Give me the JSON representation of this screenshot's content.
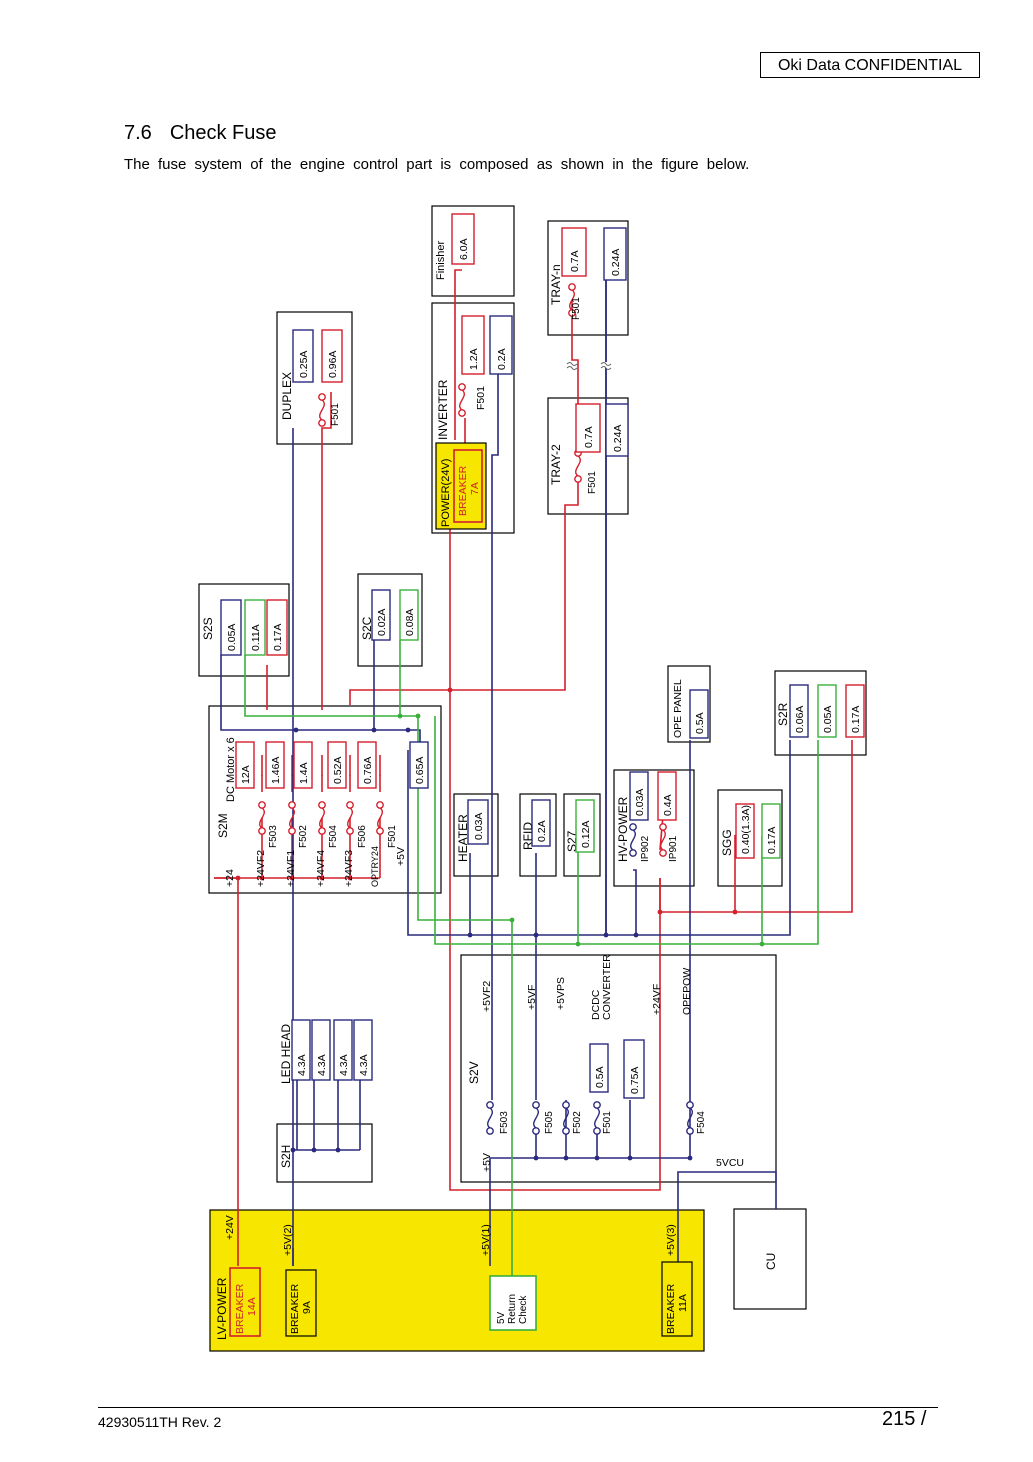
{
  "header": {
    "confidential": "Oki  Data  CONFIDENTIAL"
  },
  "section": {
    "number": "7.6",
    "title": "Check  Fuse",
    "intro": "The fuse system of the engine control part is composed as shown in the figure below."
  },
  "footer": {
    "doc_no": "42930511TH  Rev. 2",
    "page": "215 /"
  },
  "colors": {
    "red": "#d4202c",
    "blue": "#2b2a7e",
    "green": "#39b03c",
    "yellow": "#f6e600",
    "orange": "#f0a000"
  },
  "diagram": {
    "finisher": {
      "name": "Finisher",
      "fuse": "6.0A"
    },
    "inverter": {
      "name": "INVERTER",
      "fuse_name": "F501",
      "values": [
        "1.2A",
        "0.2A"
      ]
    },
    "power24": {
      "name": "POWER(24V)",
      "breaker": "BREAKER",
      "rating": "7A"
    },
    "tray_n": {
      "name": "TRAY-n",
      "fuse_name": "F501",
      "values": [
        "0.7A",
        "0.24A"
      ]
    },
    "tray_2": {
      "name": "TRAY-2",
      "fuse_name": "F501",
      "values": [
        "0.7A",
        "0.24A"
      ]
    },
    "duplex": {
      "name": "DUPLEX",
      "fuse_name": "F501",
      "values": [
        "0.25A",
        "0.96A"
      ]
    },
    "s2s": {
      "name": "S2S",
      "values": [
        "0.05A",
        "0.11A",
        "0.17A"
      ]
    },
    "s2c": {
      "name": "S2C",
      "values": [
        "0.02A",
        "0.08A"
      ]
    },
    "s2m": {
      "name": "S2M",
      "motor": "DC Motor x 6",
      "values": [
        "12A",
        "1.46A",
        "1.4A",
        "0.52A",
        "0.76A",
        "0.65A"
      ],
      "fuses": [
        "F503",
        "F502",
        "F504",
        "F506",
        "F501"
      ],
      "rails": [
        "+24",
        "+24VF2",
        "+24VF1",
        "+24VF4",
        "+24VF3",
        "OPTRY24",
        "+5V"
      ]
    },
    "heater": {
      "name": "HEATER",
      "value": "0.03A"
    },
    "rfid": {
      "name": "RFID",
      "value": "0.2A"
    },
    "s27": {
      "name": "S27",
      "value": "0.12A"
    },
    "hvpower": {
      "name": "HV-POWER",
      "values": [
        "0.03A",
        "0.4A"
      ],
      "fuses": [
        "IP902",
        "IP901"
      ]
    },
    "opepanel": {
      "name": "OPE PANEL",
      "value": "0.5A"
    },
    "sgg": {
      "name": "SGG",
      "values": [
        "0.40(1.3A)",
        "0.17A"
      ]
    },
    "s2r": {
      "name": "S2R",
      "values": [
        "0.06A",
        "0.05A",
        "0.17A"
      ]
    },
    "s2v": {
      "name": "S2V",
      "dcdc": "DCDC\nCONVERTER",
      "rails": [
        "+5VF2",
        "+5VF",
        "+5VPS",
        "+24VF",
        "OPEPOW",
        "+5V"
      ],
      "fuses": [
        "F503",
        "F505",
        "F502",
        "F501",
        "F504"
      ],
      "values": [
        "0.5A",
        "0.75A"
      ],
      "vcu": "5VCU"
    },
    "ledhead": {
      "name": "LED HEAD",
      "values": [
        "4.3A",
        "4.3A",
        "4.3A",
        "4.3A"
      ]
    },
    "s2h": {
      "name": "S2H"
    },
    "lvpower": {
      "name": "LV-POWER",
      "rails": [
        "+24V",
        "+5V(2)",
        "+5V(1)",
        "+5V(3)"
      ],
      "breakers": [
        {
          "label": "BREAKER",
          "rating": "14A"
        },
        {
          "label": "BREAKER",
          "rating": "9A"
        },
        {
          "label": "BREAKER",
          "rating": "11A"
        }
      ]
    },
    "returncheck": {
      "lines": [
        "5V",
        "Return",
        "Check"
      ]
    },
    "cu": {
      "name": "CU"
    }
  }
}
